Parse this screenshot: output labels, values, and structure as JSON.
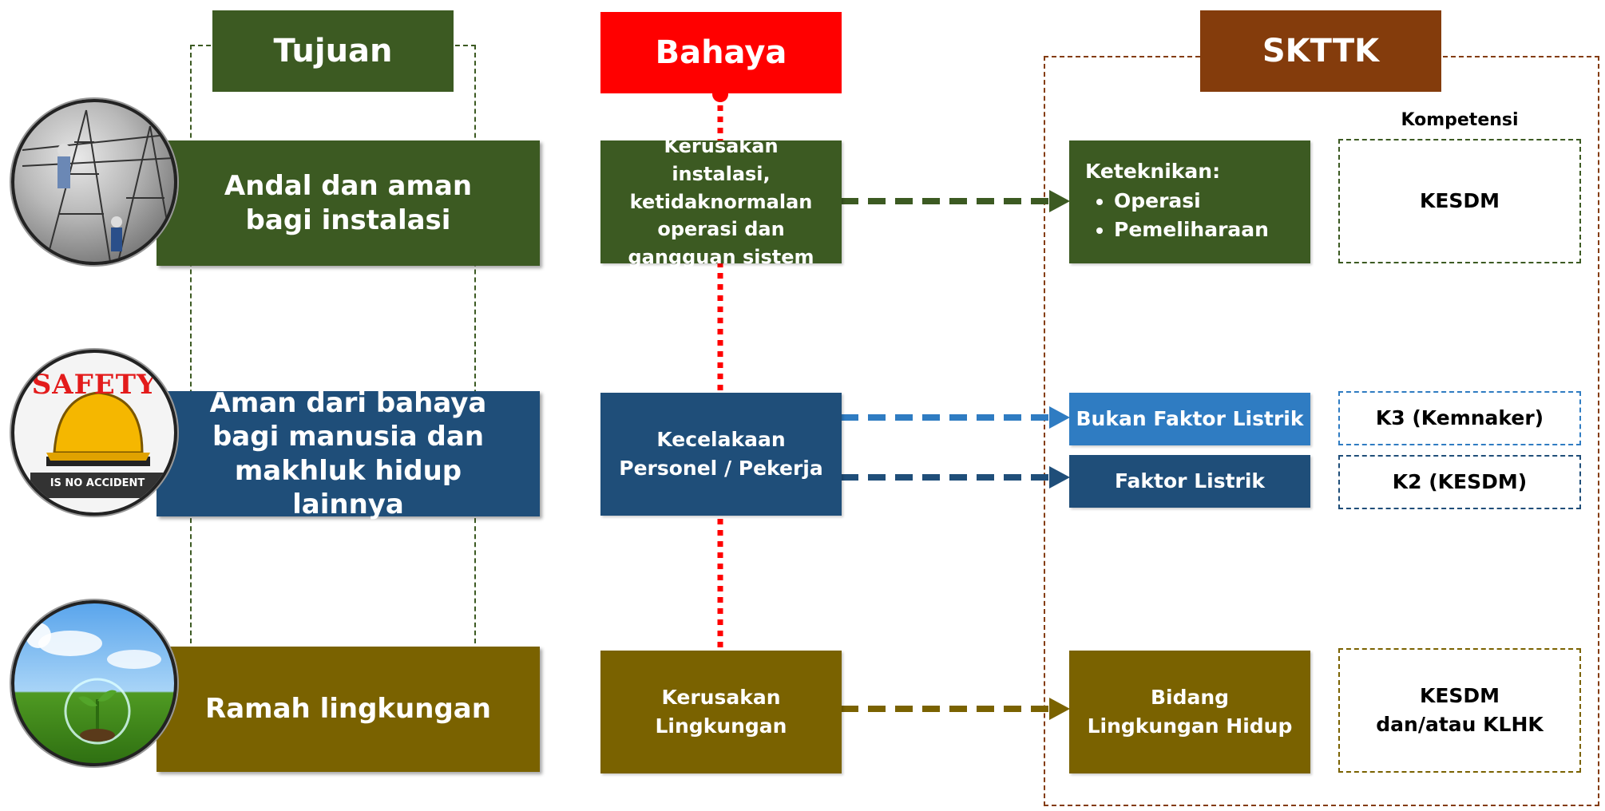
{
  "headers": {
    "tujuan": "Tujuan",
    "bahaya": "Bahaya",
    "skttk": "SKTTK"
  },
  "kompetensi_label": "Kompetensi",
  "goals": [
    {
      "text": "Andal dan aman bagi instalasi"
    },
    {
      "text": "Aman dari bahaya bagi manusia dan makhluk hidup lainnya"
    },
    {
      "text": "Ramah lingkungan"
    }
  ],
  "hazards": [
    {
      "text": "Kerusakan instalasi, ketidaknormalan operasi dan gangguan sistem"
    },
    {
      "text": "Kecelakaan Personel / Pekerja"
    },
    {
      "text": "Kerusakan Lingkungan"
    }
  ],
  "sktk": {
    "keteknikan_title": "Keteknikan:",
    "keteknikan_items": [
      "Operasi",
      "Pemeliharaan"
    ],
    "bukan_faktor": "Bukan Faktor Listrik",
    "faktor": "Faktor Listrik",
    "lingkungan": "Bidang Lingkungan Hidup"
  },
  "kompetensi": [
    {
      "text": "KESDM"
    },
    {
      "text": "K3 (Kemnaker)"
    },
    {
      "text": "K2 (KESDM)"
    },
    {
      "text": "KESDM dan/atau KLHK"
    }
  ],
  "safety_badge": {
    "title": "SAFETY",
    "subtitle": "IS NO ACCIDENT"
  },
  "colors": {
    "green": "#3c5a22",
    "blue": "#1f4e79",
    "light_blue": "#2f7cc2",
    "olive": "#7a6200",
    "red": "#ff0000",
    "brown": "#843c0c"
  }
}
